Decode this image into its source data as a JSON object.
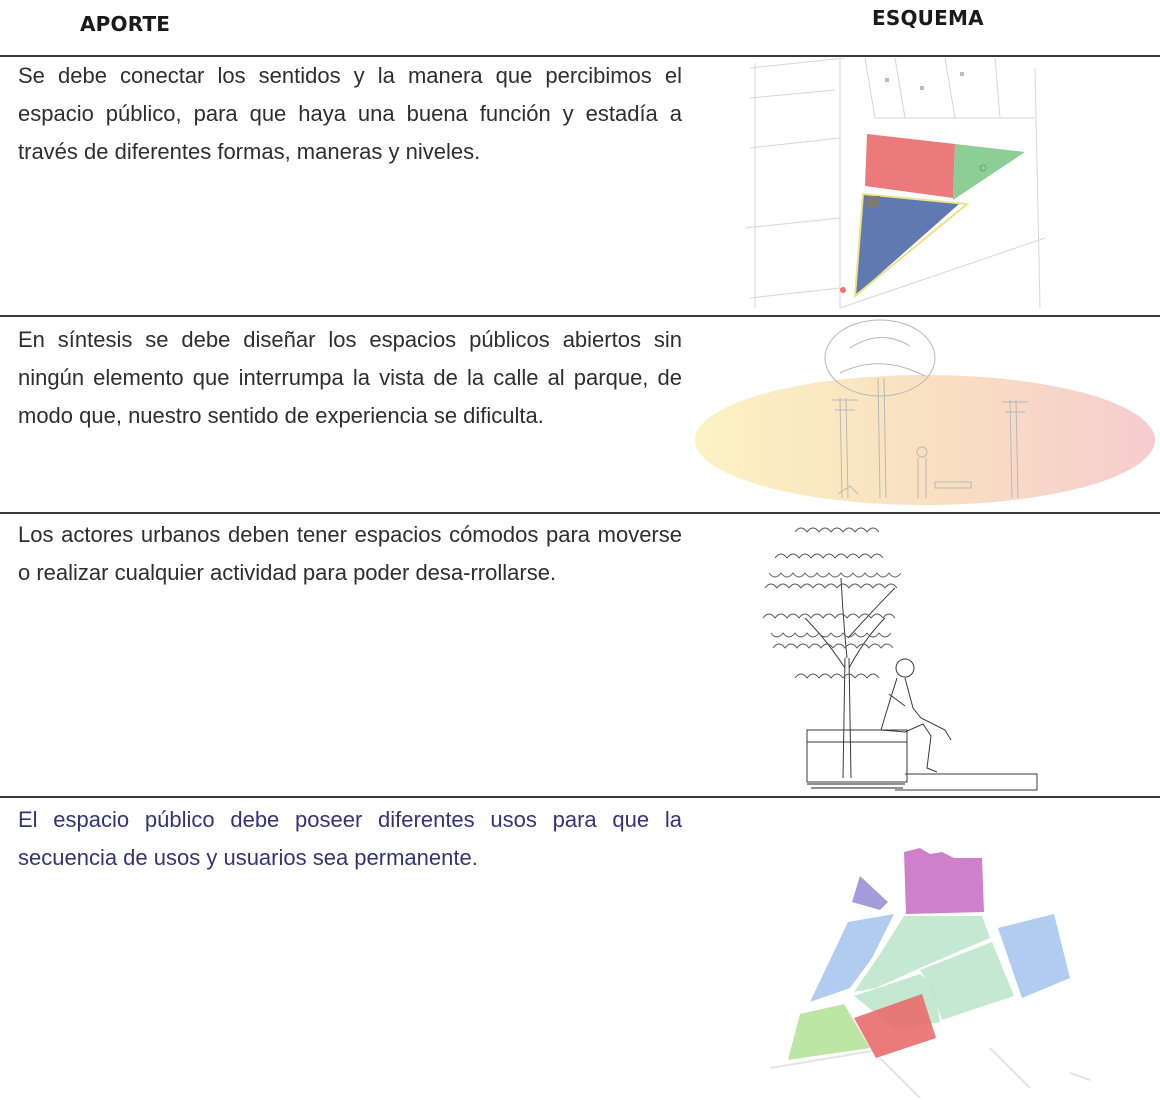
{
  "headers": {
    "left": "APORTE",
    "right": "ESQUEMA"
  },
  "rows": [
    {
      "text": "Se debe conectar los sentidos y la manera que percibimos el espacio público, para que haya una buena función y estadía a través de diferentes formas, maneras y niveles.",
      "figure": "site-plan-zones-icon"
    },
    {
      "text": "En síntesis se debe diseñar los espacios públicos abiertos sin ningún elemento que interrumpa la vista de la calle al parque, de modo que, nuestro sentido de experiencia se dificulta.",
      "figure": "street-view-ellipse-icon"
    },
    {
      "text": "Los actores urbanos deben tener espacios cómodos para moverse o realizar cualquier actividad para poder desa-rrollarse.",
      "figure": "tree-seated-person-icon"
    },
    {
      "text": "El espacio público debe poseer diferentes usos para que la secuencia de usos y usuarios sea permanente.",
      "figure": "land-use-map-icon"
    }
  ],
  "colors": {
    "zone_red": "#e96b6b",
    "zone_green": "#7fc98a",
    "zone_blue": "#4f6aa8",
    "use_magenta": "#c56ac4",
    "use_lightblue": "#a9c6ee",
    "use_mint": "#bfe5cc",
    "use_lime": "#b6e29a",
    "use_purple": "#9a91d6"
  }
}
